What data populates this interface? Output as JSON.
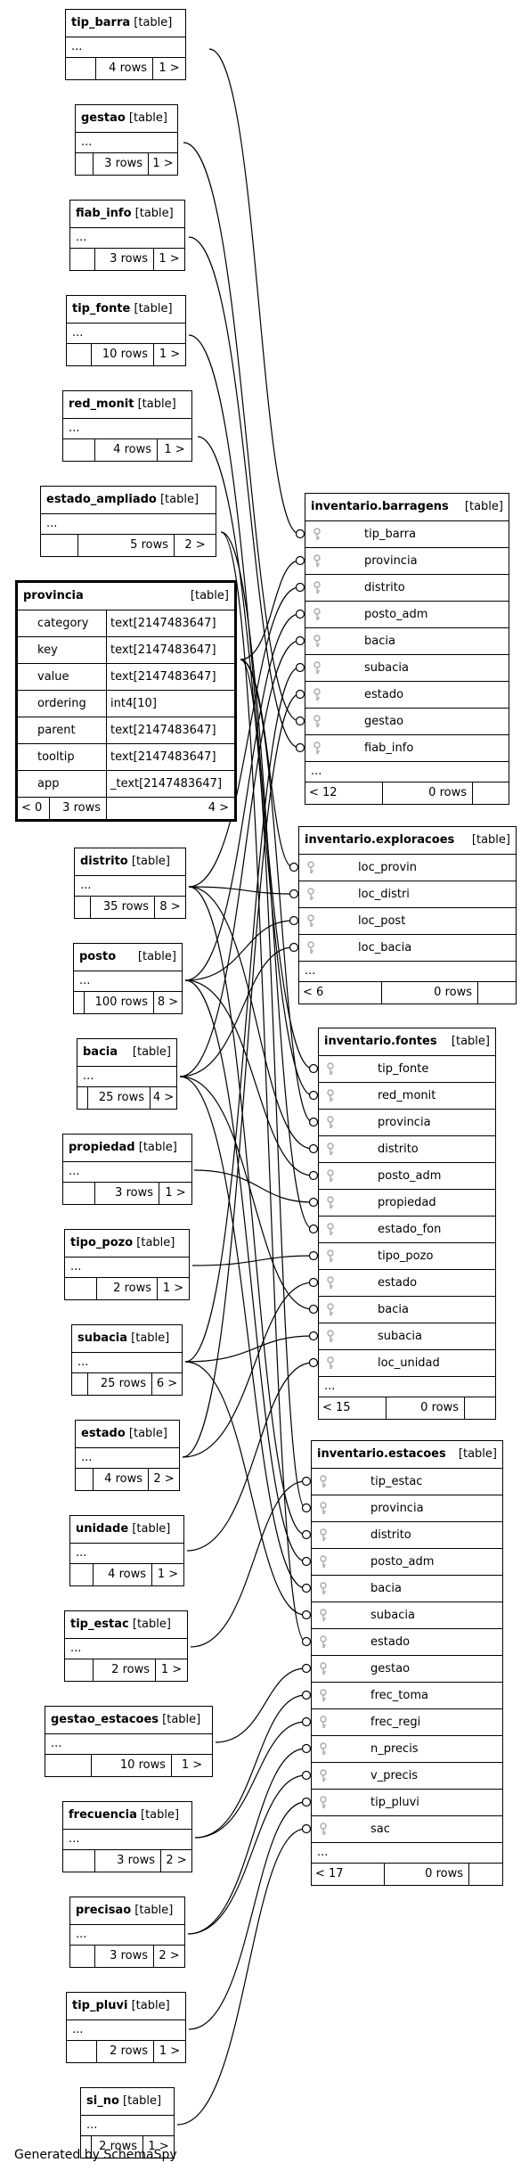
{
  "footer_text": "Generated by SchemaSpy",
  "tables": [
    {
      "id": "tip_barra",
      "name": "tip_barra",
      "kind": "[table]",
      "ellipsis": "...",
      "rows": "4 rows",
      "children": "1 >"
    },
    {
      "id": "gestao",
      "name": "gestao",
      "kind": "[table]",
      "ellipsis": "...",
      "rows": "3 rows",
      "children": "1 >"
    },
    {
      "id": "fiab_info",
      "name": "fiab_info",
      "kind": "[table]",
      "ellipsis": "...",
      "rows": "3 rows",
      "children": "1 >"
    },
    {
      "id": "tip_fonte",
      "name": "tip_fonte",
      "kind": "[table]",
      "ellipsis": "...",
      "rows": "10 rows",
      "children": "1 >"
    },
    {
      "id": "red_monit",
      "name": "red_monit",
      "kind": "[table]",
      "ellipsis": "...",
      "rows": "4 rows",
      "children": "1 >"
    },
    {
      "id": "estado_ampliado",
      "name": "estado_ampliado",
      "kind": "[table]",
      "ellipsis": "...",
      "rows": "5 rows",
      "children": "2 >"
    },
    {
      "id": "distrito",
      "name": "distrito",
      "kind": "[table]",
      "ellipsis": "...",
      "rows": "35 rows",
      "children": "8 >"
    },
    {
      "id": "posto",
      "name": "posto",
      "kind": "[table]",
      "ellipsis": "...",
      "rows": "100 rows",
      "children": "8 >"
    },
    {
      "id": "bacia",
      "name": "bacia",
      "kind": "[table]",
      "ellipsis": "...",
      "rows": "25 rows",
      "children": "4 >"
    },
    {
      "id": "propiedad",
      "name": "propiedad",
      "kind": "[table]",
      "ellipsis": "...",
      "rows": "3 rows",
      "children": "1 >"
    },
    {
      "id": "tipo_pozo",
      "name": "tipo_pozo",
      "kind": "[table]",
      "ellipsis": "...",
      "rows": "2 rows",
      "children": "1 >"
    },
    {
      "id": "subacia",
      "name": "subacia",
      "kind": "[table]",
      "ellipsis": "...",
      "rows": "25 rows",
      "children": "6 >"
    },
    {
      "id": "estado",
      "name": "estado",
      "kind": "[table]",
      "ellipsis": "...",
      "rows": "4 rows",
      "children": "2 >"
    },
    {
      "id": "unidade",
      "name": "unidade",
      "kind": "[table]",
      "ellipsis": "...",
      "rows": "4 rows",
      "children": "1 >"
    },
    {
      "id": "tip_estac",
      "name": "tip_estac",
      "kind": "[table]",
      "ellipsis": "...",
      "rows": "2 rows",
      "children": "1 >"
    },
    {
      "id": "gestao_estacoes",
      "name": "gestao_estacoes",
      "kind": "[table]",
      "ellipsis": "...",
      "rows": "10 rows",
      "children": "1 >"
    },
    {
      "id": "frecuencia",
      "name": "frecuencia",
      "kind": "[table]",
      "ellipsis": "...",
      "rows": "3 rows",
      "children": "2 >"
    },
    {
      "id": "precisao",
      "name": "precisao",
      "kind": "[table]",
      "ellipsis": "...",
      "rows": "3 rows",
      "children": "2 >"
    },
    {
      "id": "tip_pluvi",
      "name": "tip_pluvi",
      "kind": "[table]",
      "ellipsis": "...",
      "rows": "2 rows",
      "children": "1 >"
    },
    {
      "id": "si_no",
      "name": "si_no",
      "kind": "[table]",
      "ellipsis": "...",
      "rows": "2 rows",
      "children": "1 >"
    }
  ],
  "provincia": {
    "name": "provincia",
    "kind": "[table]",
    "columns": [
      {
        "name": "category",
        "type": "text[2147483647]"
      },
      {
        "name": "key",
        "type": "text[2147483647]"
      },
      {
        "name": "value",
        "type": "text[2147483647]"
      },
      {
        "name": "ordering",
        "type": "int4[10]"
      },
      {
        "name": "parent",
        "type": "text[2147483647]"
      },
      {
        "name": "tooltip",
        "type": "text[2147483647]"
      },
      {
        "name": "app",
        "type": "_text[2147483647]"
      }
    ],
    "parents": "< 0",
    "rows": "3 rows",
    "children": "4 >"
  },
  "main_tables": [
    {
      "id": "barragens",
      "name": "inventario.barragens",
      "kind": "[table]",
      "columns": [
        "tip_barra",
        "provincia",
        "distrito",
        "posto_adm",
        "bacia",
        "subacia",
        "estado",
        "gestao",
        "fiab_info"
      ],
      "ellipsis": "...",
      "parents": "< 12",
      "rows": "0 rows"
    },
    {
      "id": "exploracoes",
      "name": "inventario.exploracoes",
      "kind": "[table]",
      "columns": [
        "loc_provin",
        "loc_distri",
        "loc_post",
        "loc_bacia"
      ],
      "ellipsis": "...",
      "parents": "< 6",
      "rows": "0 rows"
    },
    {
      "id": "fontes",
      "name": "inventario.fontes",
      "kind": "[table]",
      "columns": [
        "tip_fonte",
        "red_monit",
        "provincia",
        "distrito",
        "posto_adm",
        "propiedad",
        "estado_fon",
        "tipo_pozo",
        "estado",
        "bacia",
        "subacia",
        "loc_unidad"
      ],
      "ellipsis": "...",
      "parents": "< 15",
      "rows": "0 rows"
    },
    {
      "id": "estacoes",
      "name": "inventario.estacoes",
      "kind": "[table]",
      "columns": [
        "tip_estac",
        "provincia",
        "distrito",
        "posto_adm",
        "bacia",
        "subacia",
        "estado",
        "gestao",
        "frec_toma",
        "frec_regi",
        "n_precis",
        "v_precis",
        "tip_pluvi",
        "sac"
      ],
      "ellipsis": "...",
      "parents": "< 17",
      "rows": "0 rows"
    }
  ]
}
